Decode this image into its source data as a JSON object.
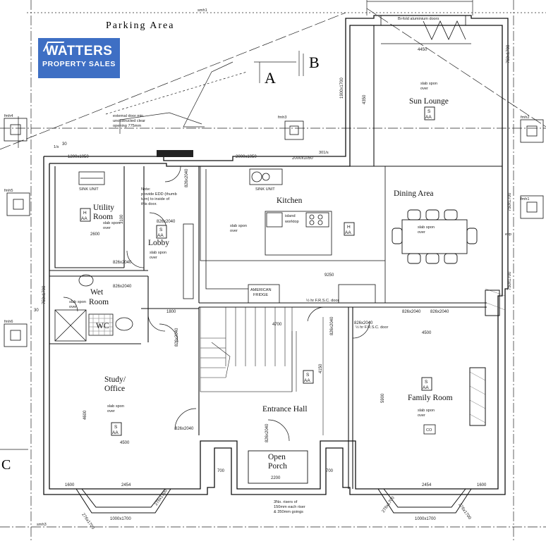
{
  "logo": {
    "line1": "WATTERS",
    "line2": "PROPERTY SALES",
    "color": "#3e6fc4"
  },
  "site": {
    "parking": "Parking Area",
    "grid_a": "A",
    "grid_b": "B",
    "grid_c": "C"
  },
  "rooms": {
    "sun_lounge": "Sun Lounge",
    "dining": "Dining Area",
    "kitchen": "Kitchen",
    "utility_1": "Utility",
    "utility_2": "Room",
    "lobby": "Lobby",
    "wet_1": "Wet",
    "wet_2": "Room",
    "wc": "WC",
    "study_1": "Study/",
    "study_2": "Office",
    "entrance": "Entrance Hall",
    "porch_1": "Open",
    "porch_2": "Porch",
    "family": "Family Room"
  },
  "notes": {
    "bifold": "Bi-fold aluminium doors",
    "ext_door_1": "external door min",
    "ext_door_2": "unobstructed clear",
    "ext_door_3": "opening 775mm",
    "edd_1": "Note:",
    "edd_2": "provide EDD (thumb",
    "edd_3": "turn) to inside of",
    "edd_4": "this door.",
    "sink_unit": "SINK UNIT",
    "island_1": "island",
    "island_2": "worktop",
    "slab_1": "slab spon",
    "slab_2": "over",
    "fridge_1": "AMERICAN",
    "fridge_2": "FRIDGE",
    "frsc": "½ hr F.R.S.C. door",
    "risers_1": "3No. risers of",
    "risers_2": "150mm each riser",
    "risers_3": "& 350mm goings",
    "co": "CO",
    "evp": "evp",
    "one_s": "1/s",
    "three_one_s": "301/s"
  },
  "badges": {
    "h": "H",
    "s": "S",
    "aa": "AA"
  },
  "dims": {
    "d4450": "4450",
    "d4350": "4350",
    "d1900": "1900x1700",
    "d1200": "1200x1050",
    "d2000a": "2000x1050",
    "d2000b": "2000x1050",
    "d826a": "826x2040",
    "d826b": "826x2040",
    "d826c": "826x2040",
    "d826d": "826x2040",
    "d826e": "826x2040",
    "d826f": "826x2040",
    "d826g": "826x2040",
    "d826h": "826x2040",
    "d826i": "826x2040",
    "d826j": "826x2040",
    "d826k": "826x2040",
    "d826l": "826x2040",
    "d826m": "826x2040",
    "d9250": "9250",
    "d4500a": "4500",
    "d4500b": "4500",
    "d4600": "4600",
    "d5900": "5900",
    "d4150": "4150",
    "d1800": "1800",
    "d2600": "2600",
    "d3100": "3100",
    "d4700": "4700",
    "d1600a": "1600",
    "d1600b": "1600",
    "d2454a": "2454",
    "d2454b": "2454",
    "d2200": "2200",
    "d1000a": "1000x1700",
    "d1000b": "1000x1700",
    "d276a": "276x1700",
    "d276b": "276x1700",
    "d276c": "276x1700",
    "d276d": "276x1700",
    "d700a": "700",
    "d700b": "700",
    "d750a": "750x1700",
    "d750b": "750x1700",
    "d750c": "750x1700",
    "d750d": "750x1700",
    "d30a": "30",
    "d30b": "30"
  },
  "manholes": {
    "smh1": "smh1",
    "smh3": "smh3",
    "fmh1": "fmh1",
    "fmh2": "fmh2",
    "fmh3": "fmh3",
    "fmh4": "fmh4",
    "fmh5": "fmh5",
    "fmh6": "fmh6"
  }
}
